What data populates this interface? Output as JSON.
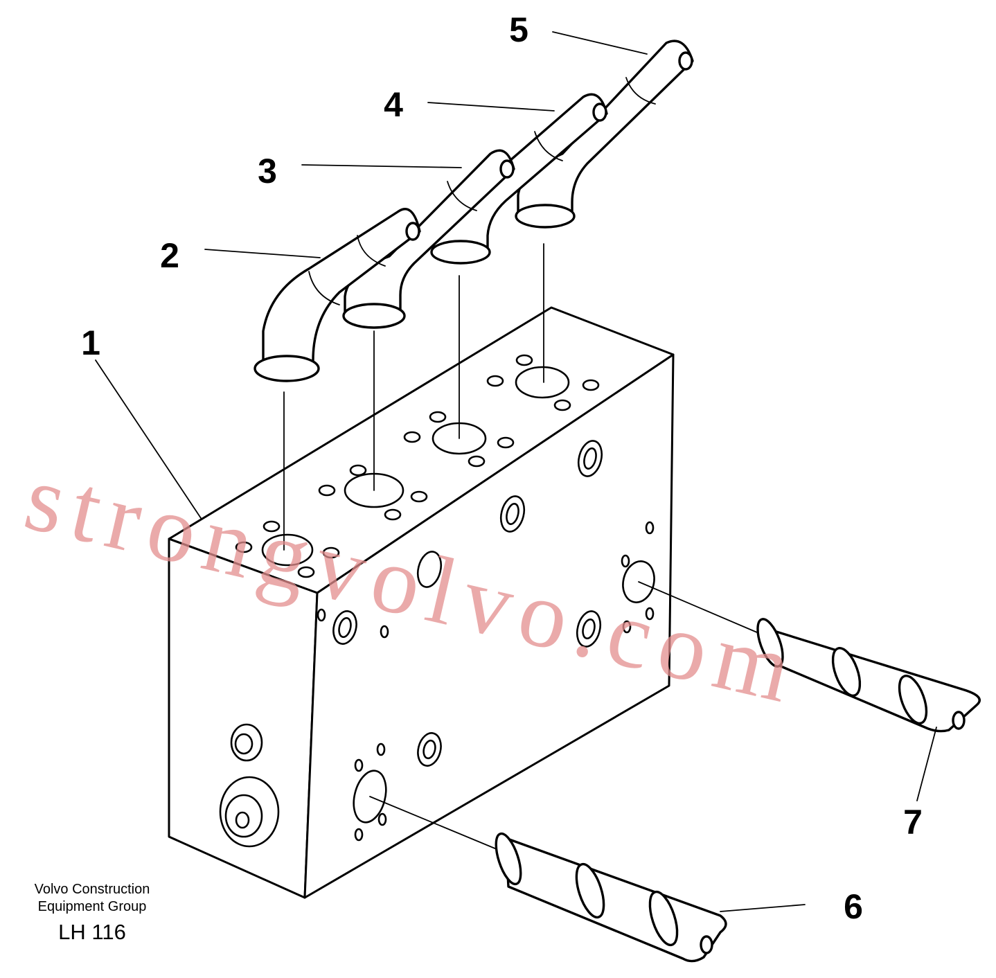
{
  "callouts": [
    "1",
    "2",
    "3",
    "4",
    "5",
    "6",
    "7"
  ],
  "watermark": "strongvolvo.com",
  "caption": {
    "company_line1": "Volvo Construction",
    "company_line2": "Equipment Group",
    "code": "LH 116"
  }
}
